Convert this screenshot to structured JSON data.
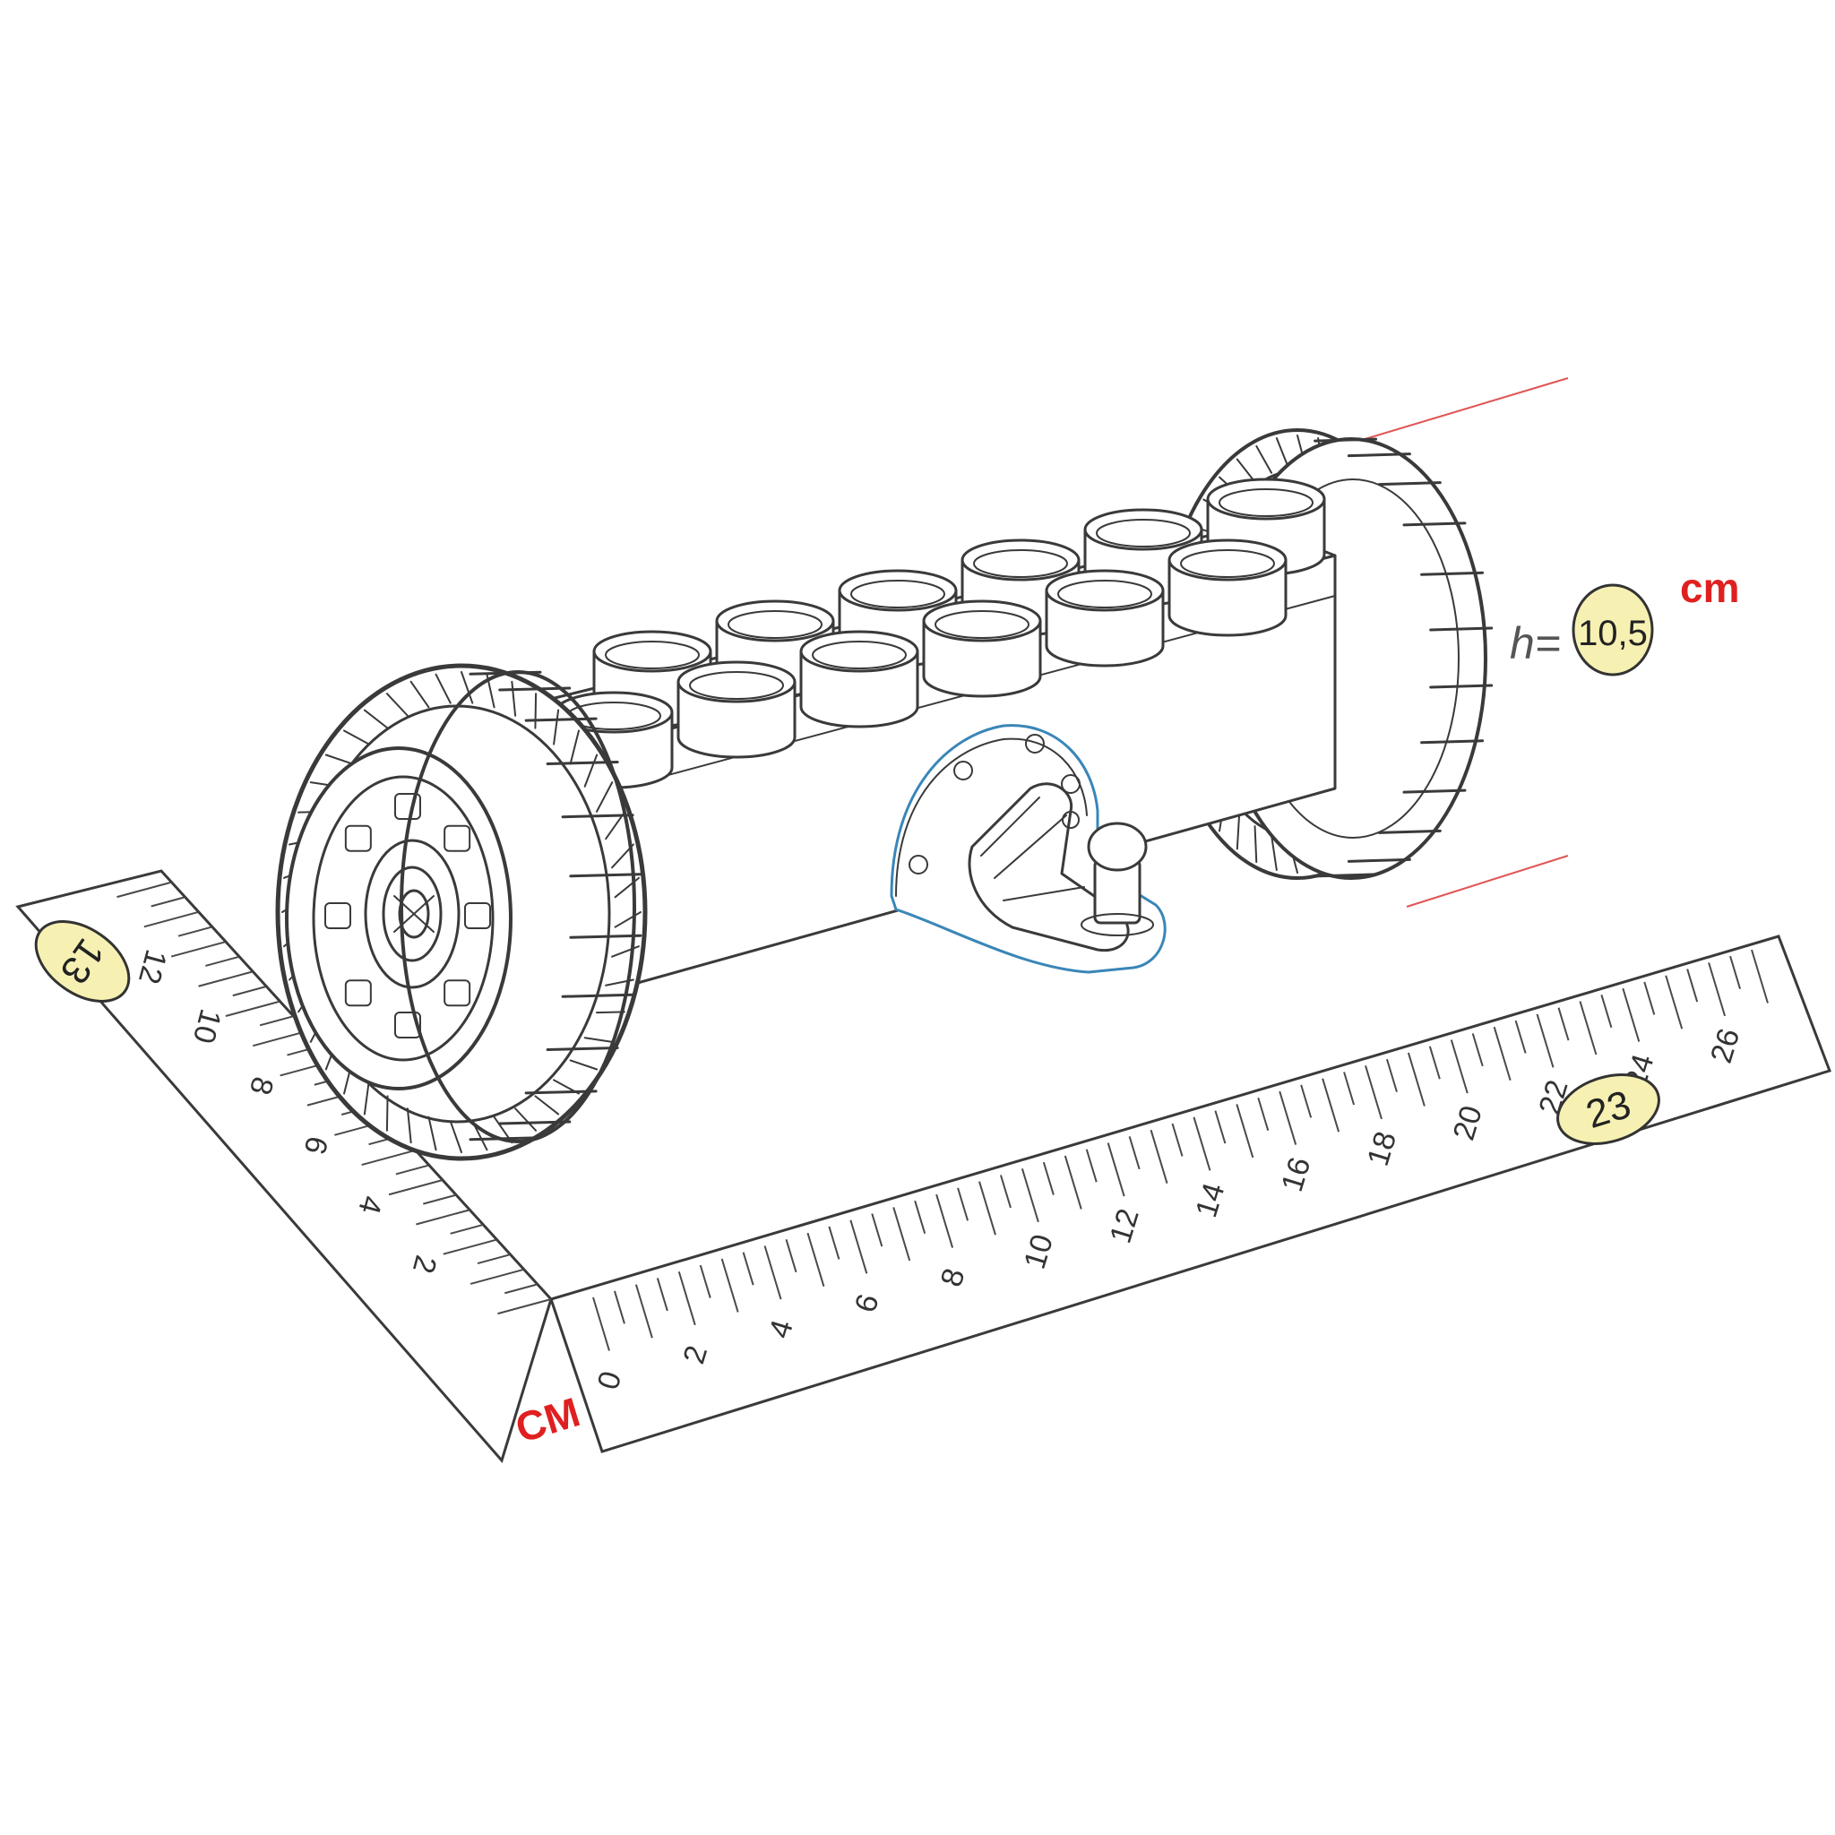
{
  "height_label": {
    "prefix": "h=",
    "value": "10,5",
    "unit": "cm"
  },
  "ruler": {
    "unit_label": "CM",
    "long_ticks": [
      "0",
      "2",
      "4",
      "6",
      "8",
      "10",
      "12",
      "14",
      "16",
      "18",
      "20",
      "22",
      "24",
      "26"
    ],
    "short_ticks": [
      "2",
      "4",
      "6",
      "8",
      "10",
      "12"
    ]
  },
  "badges": {
    "length": "23",
    "depth": "13"
  },
  "colors": {
    "dimension_line": "#e05555",
    "unit_red": "#e02020",
    "badge_fill": "#f6f1b3",
    "hitch_outline": "#3a86b8"
  }
}
